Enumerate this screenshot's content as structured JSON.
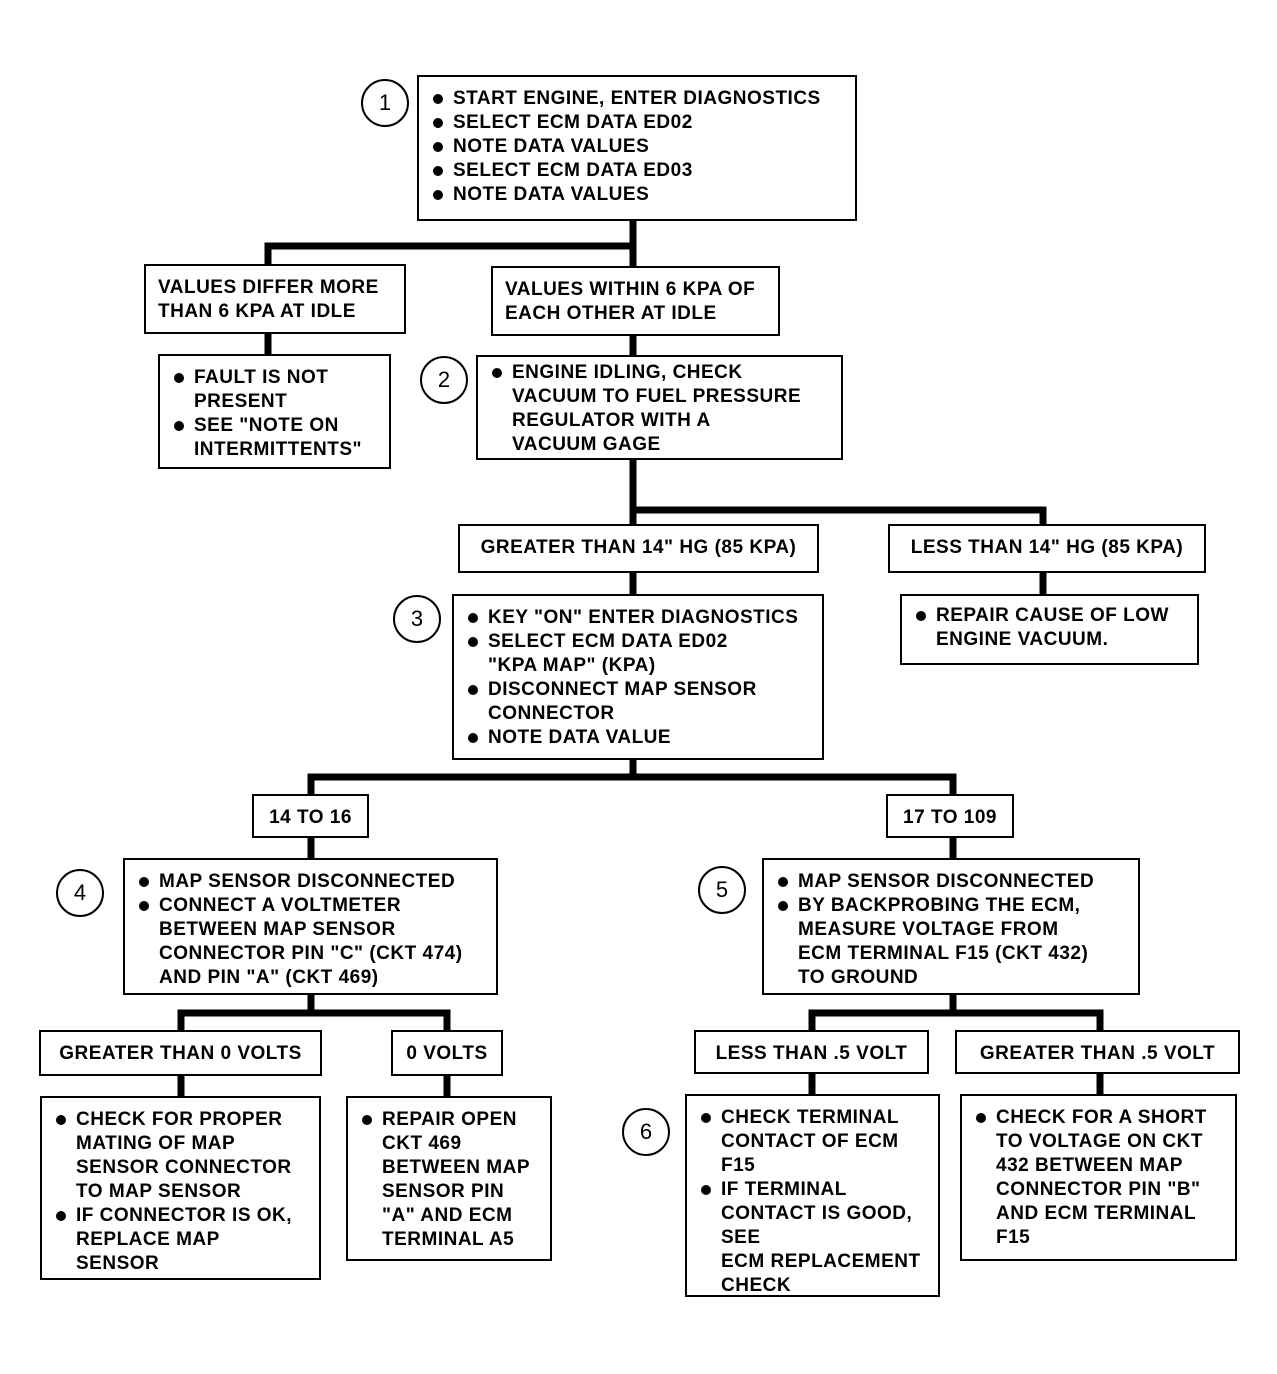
{
  "steps": [
    "1",
    "2",
    "3",
    "4",
    "5",
    "6"
  ],
  "box1": [
    "START ENGINE, ENTER DIAGNOSTICS",
    "SELECT ECM DATA ED02",
    "NOTE DATA VALUES",
    "SELECT ECM DATA ED03",
    "NOTE DATA VALUES"
  ],
  "differ": [
    "VALUES DIFFER MORE",
    "THAN 6 KPA AT IDLE"
  ],
  "within": [
    "VALUES WITHIN 6 KPA OF",
    "EACH OTHER AT IDLE"
  ],
  "fault": [
    [
      "FAULT IS NOT",
      "PRESENT"
    ],
    [
      "SEE \"NOTE ON",
      "INTERMITTENTS\""
    ]
  ],
  "box2": [
    "ENGINE IDLING, CHECK",
    "VACUUM TO FUEL PRESSURE",
    "REGULATOR WITH A",
    "VACUUM GAGE"
  ],
  "greater14": "GREATER THAN 14\" Hg (85 KPA)",
  "less14": "LESS THAN 14\" Hg (85 KPA)",
  "repairVacuum": [
    "REPAIR CAUSE OF LOW",
    "ENGINE VACUUM."
  ],
  "box3": [
    [
      "KEY \"ON\" ENTER DIAGNOSTICS"
    ],
    [
      "SELECT ECM DATA ED02",
      "\"KPA MAP\" (KPA)"
    ],
    [
      "DISCONNECT MAP SENSOR",
      "CONNECTOR"
    ],
    [
      "NOTE DATA VALUE"
    ]
  ],
  "range14": "14 TO 16",
  "range17": "17 TO 109",
  "box4": [
    [
      "MAP SENSOR DISCONNECTED"
    ],
    [
      "CONNECT A VOLTMETER",
      "BETWEEN MAP SENSOR",
      "CONNECTOR PIN \"C\" (CKT 474)",
      "AND PIN \"A\" (CKT 469)"
    ]
  ],
  "box5": [
    [
      "MAP SENSOR DISCONNECTED"
    ],
    [
      "BY BACKPROBING THE ECM,",
      "MEASURE VOLTAGE FROM",
      "ECM TERMINAL F15 (CKT 432)",
      "TO GROUND"
    ]
  ],
  "gt0volts": "GREATER THAN 0 VOLTS",
  "zeroVolts": "0 VOLTS",
  "lt5volt": "LESS THAN .5 VOLT",
  "gt5volt": "GREATER THAN .5 VOLT",
  "checkMating": [
    [
      "CHECK FOR PROPER",
      "MATING OF MAP",
      "SENSOR CONNECTOR",
      "TO MAP SENSOR"
    ],
    [
      "IF CONNECTOR IS OK,",
      "REPLACE MAP",
      "SENSOR"
    ]
  ],
  "repairOpen": [
    "REPAIR OPEN",
    "CKT 469",
    "BETWEEN MAP",
    "SENSOR PIN",
    "\"A\" AND ECM",
    "TERMINAL A5"
  ],
  "checkTerminal": [
    [
      "CHECK TERMINAL",
      "CONTACT OF ECM",
      "F15"
    ],
    [
      "IF TERMINAL",
      "CONTACT IS GOOD,",
      "SEE",
      "ECM REPLACEMENT",
      "CHECK"
    ]
  ],
  "checkShort": [
    "CHECK FOR A SHORT",
    "TO VOLTAGE ON CKT",
    "432 BETWEEN MAP",
    "CONNECTOR PIN \"B\"",
    "AND ECM TERMINAL",
    "F15"
  ]
}
